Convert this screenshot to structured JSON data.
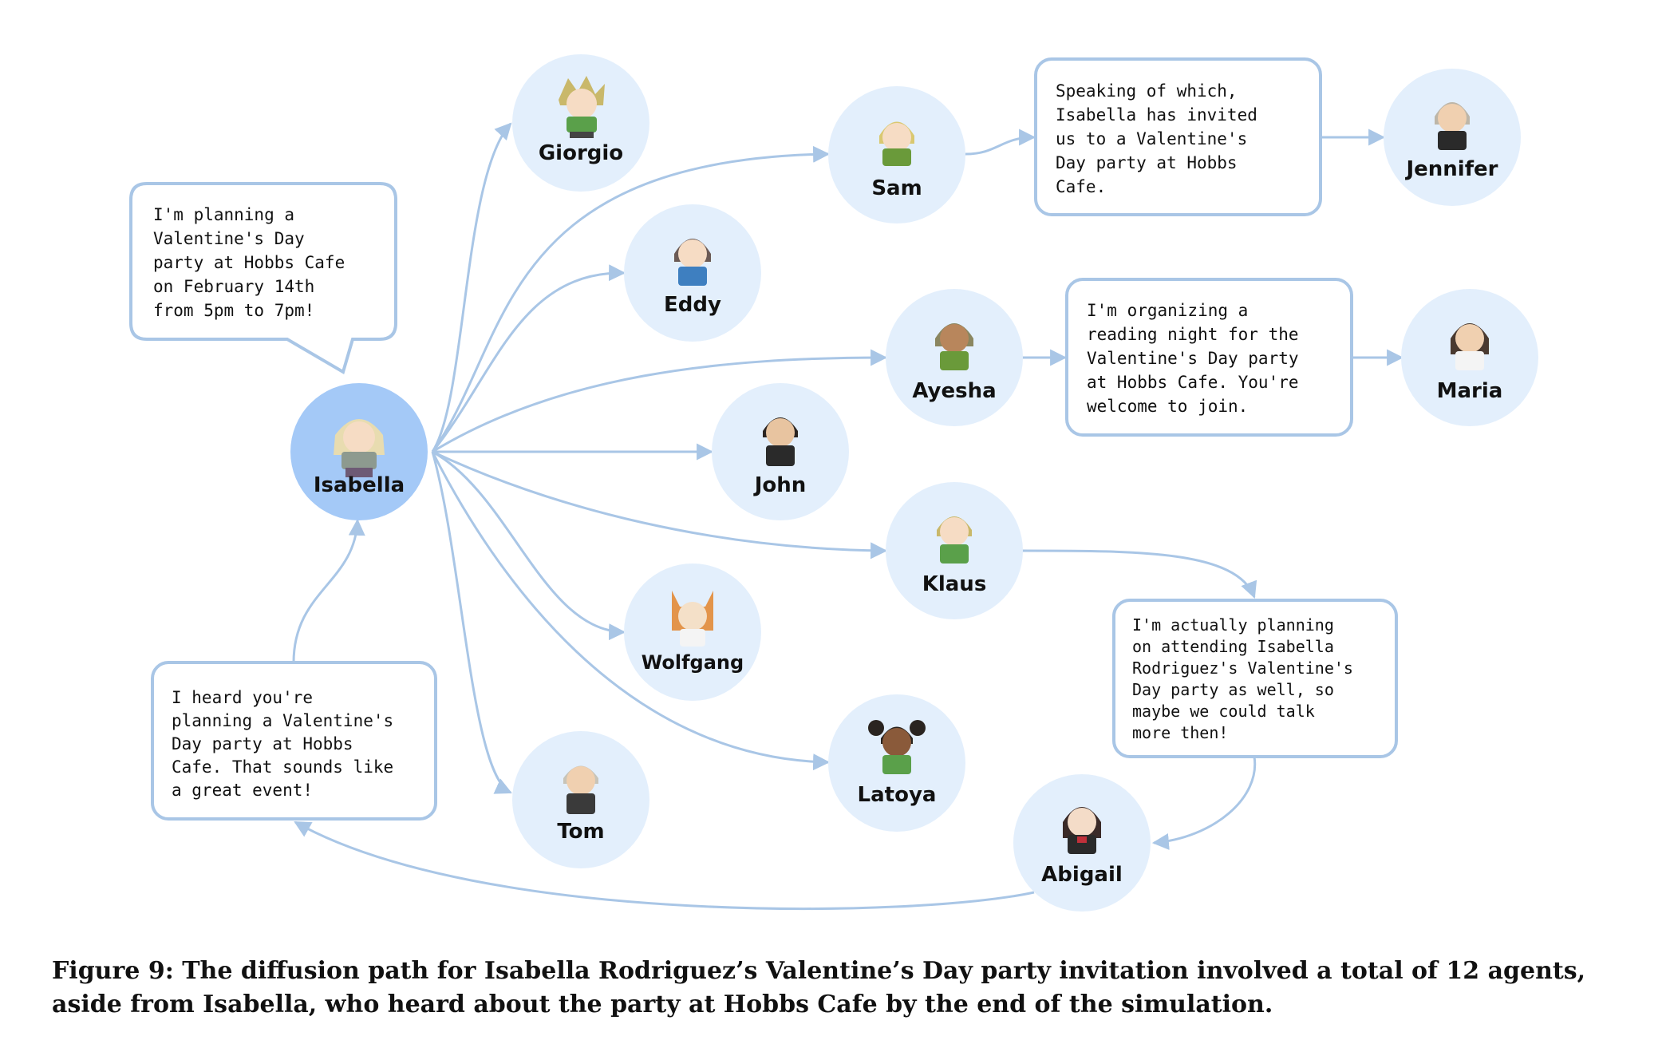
{
  "diagram": {
    "hub": {
      "name": "Isabella"
    },
    "agents": {
      "giorgio": "Giorgio",
      "eddy": "Eddy",
      "john": "John",
      "wolfgang": "Wolfgang",
      "tom": "Tom",
      "sam": "Sam",
      "ayesha": "Ayesha",
      "klaus": "Klaus",
      "latoya": "Latoya",
      "jennifer": "Jennifer",
      "maria": "Maria",
      "abigail": "Abigail"
    },
    "bubbles": {
      "isabella_plan": [
        "I'm planning a",
        "Valentine's Day",
        "party at Hobbs Cafe",
        "on February 14th",
        "from 5pm to 7pm!"
      ],
      "sam_to_jennifer": [
        "Speaking of which,",
        "Isabella has invited",
        "us to a Valentine's",
        "Day party at Hobbs",
        "Cafe."
      ],
      "ayesha_to_maria": [
        "I'm organizing a",
        "reading night for the",
        "Valentine's Day party",
        "at Hobbs Cafe. You're",
        "welcome to join."
      ],
      "klaus_to_abigail": [
        "I'm actually planning",
        "on attending Isabella",
        "Rodriguez's Valentine's",
        "Day party as well, so",
        "maybe we could talk",
        "more then!"
      ],
      "abigail_to_isabella": [
        "I heard you're",
        "planning a Valentine's",
        "Day party at Hobbs",
        "Cafe. That sounds like",
        "a great event!"
      ]
    },
    "colors": {
      "node": "#e3effc",
      "hub": "#a4c9f7",
      "edge": "#a9c6e6"
    }
  },
  "caption": "Figure 9: The diffusion path for Isabella Rodriguez’s Valentine’s Day party invitation involved a total of 12 agents, aside from Isabella, who heard about the party at Hobbs Cafe by the end of the simulation."
}
